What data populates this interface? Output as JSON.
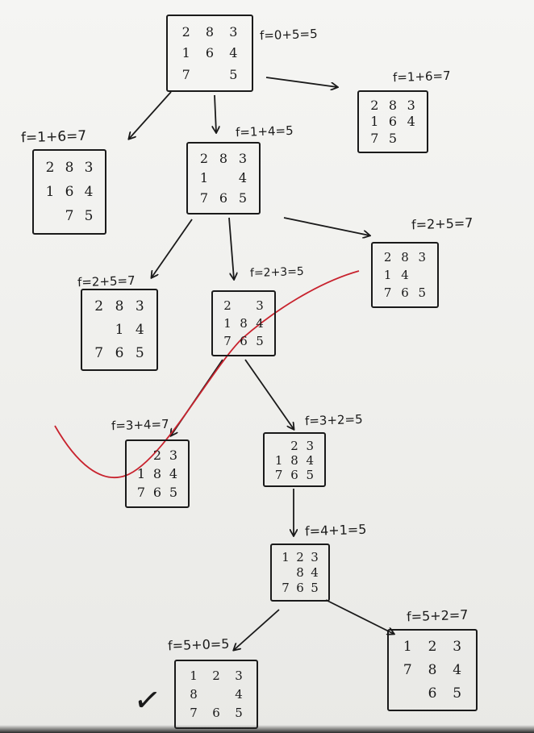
{
  "nodes": [
    {
      "id": "root",
      "f_label": "f=0+5=5",
      "cells": [
        "2",
        "8",
        "3",
        "1",
        "6",
        "4",
        "7",
        "",
        "5"
      ]
    },
    {
      "id": "n-left",
      "f_label": "f=1+6=7",
      "cells": [
        "2",
        "8",
        "3",
        "1",
        "6",
        "4",
        "",
        "7",
        "5"
      ]
    },
    {
      "id": "n-mid",
      "f_label": "f=1+4=5",
      "cells": [
        "2",
        "8",
        "3",
        "1",
        "",
        "4",
        "7",
        "6",
        "5"
      ]
    },
    {
      "id": "n-right",
      "f_label": "f=1+6=7",
      "cells": [
        "2",
        "8",
        "3",
        "1",
        "6",
        "4",
        "7",
        "5",
        ""
      ]
    },
    {
      "id": "n2-left",
      "f_label": "f=2+5=7",
      "cells": [
        "2",
        "8",
        "3",
        "",
        "1",
        "4",
        "7",
        "6",
        "5"
      ]
    },
    {
      "id": "n2-mid",
      "f_label": "f=2+3=5",
      "cells": [
        "2",
        "",
        "3",
        "1",
        "8",
        "4",
        "7",
        "6",
        "5"
      ]
    },
    {
      "id": "n2-right",
      "f_label": "f=2+5=7",
      "cells": [
        "2",
        "8",
        "3",
        "1",
        "4",
        "",
        "7",
        "6",
        "5"
      ]
    },
    {
      "id": "n3-left",
      "f_label": "f=3+4=7",
      "cells": [
        "",
        "2",
        "3",
        "1",
        "8",
        "4",
        "7",
        "6",
        "5"
      ]
    },
    {
      "id": "n3-right",
      "f_label": "f=3+2=5",
      "cells": [
        "",
        "2",
        "3",
        "1",
        "8",
        "4",
        "7",
        "6",
        "5"
      ]
    },
    {
      "id": "n4",
      "f_label": "f=4+1=5",
      "cells": [
        "1",
        "2",
        "3",
        "",
        "8",
        "4",
        "7",
        "6",
        "5"
      ]
    },
    {
      "id": "n5-goal",
      "f_label": "f=5+0=5",
      "cells": [
        "1",
        "2",
        "3",
        "8",
        "",
        "4",
        "7",
        "6",
        "5"
      ]
    },
    {
      "id": "n5-right",
      "f_label": "f=5+2=7",
      "cells": [
        "1",
        "2",
        "3",
        "7",
        "8",
        "4",
        "",
        "6",
        "5"
      ]
    }
  ],
  "edges": [
    [
      "root",
      "n-left"
    ],
    [
      "root",
      "n-mid"
    ],
    [
      "root",
      "n-right"
    ],
    [
      "n-mid",
      "n2-left"
    ],
    [
      "n-mid",
      "n2-mid"
    ],
    [
      "n-mid",
      "n2-right"
    ],
    [
      "n2-mid",
      "n3-left"
    ],
    [
      "n2-mid",
      "n3-right"
    ],
    [
      "n3-right",
      "n4"
    ],
    [
      "n4",
      "n5-goal"
    ],
    [
      "n4",
      "n5-right"
    ]
  ],
  "colors": {
    "ink": "#1a1a1a",
    "red_pen": "#c8232e",
    "paper": "#f2f2f0"
  },
  "check_mark": "✓"
}
